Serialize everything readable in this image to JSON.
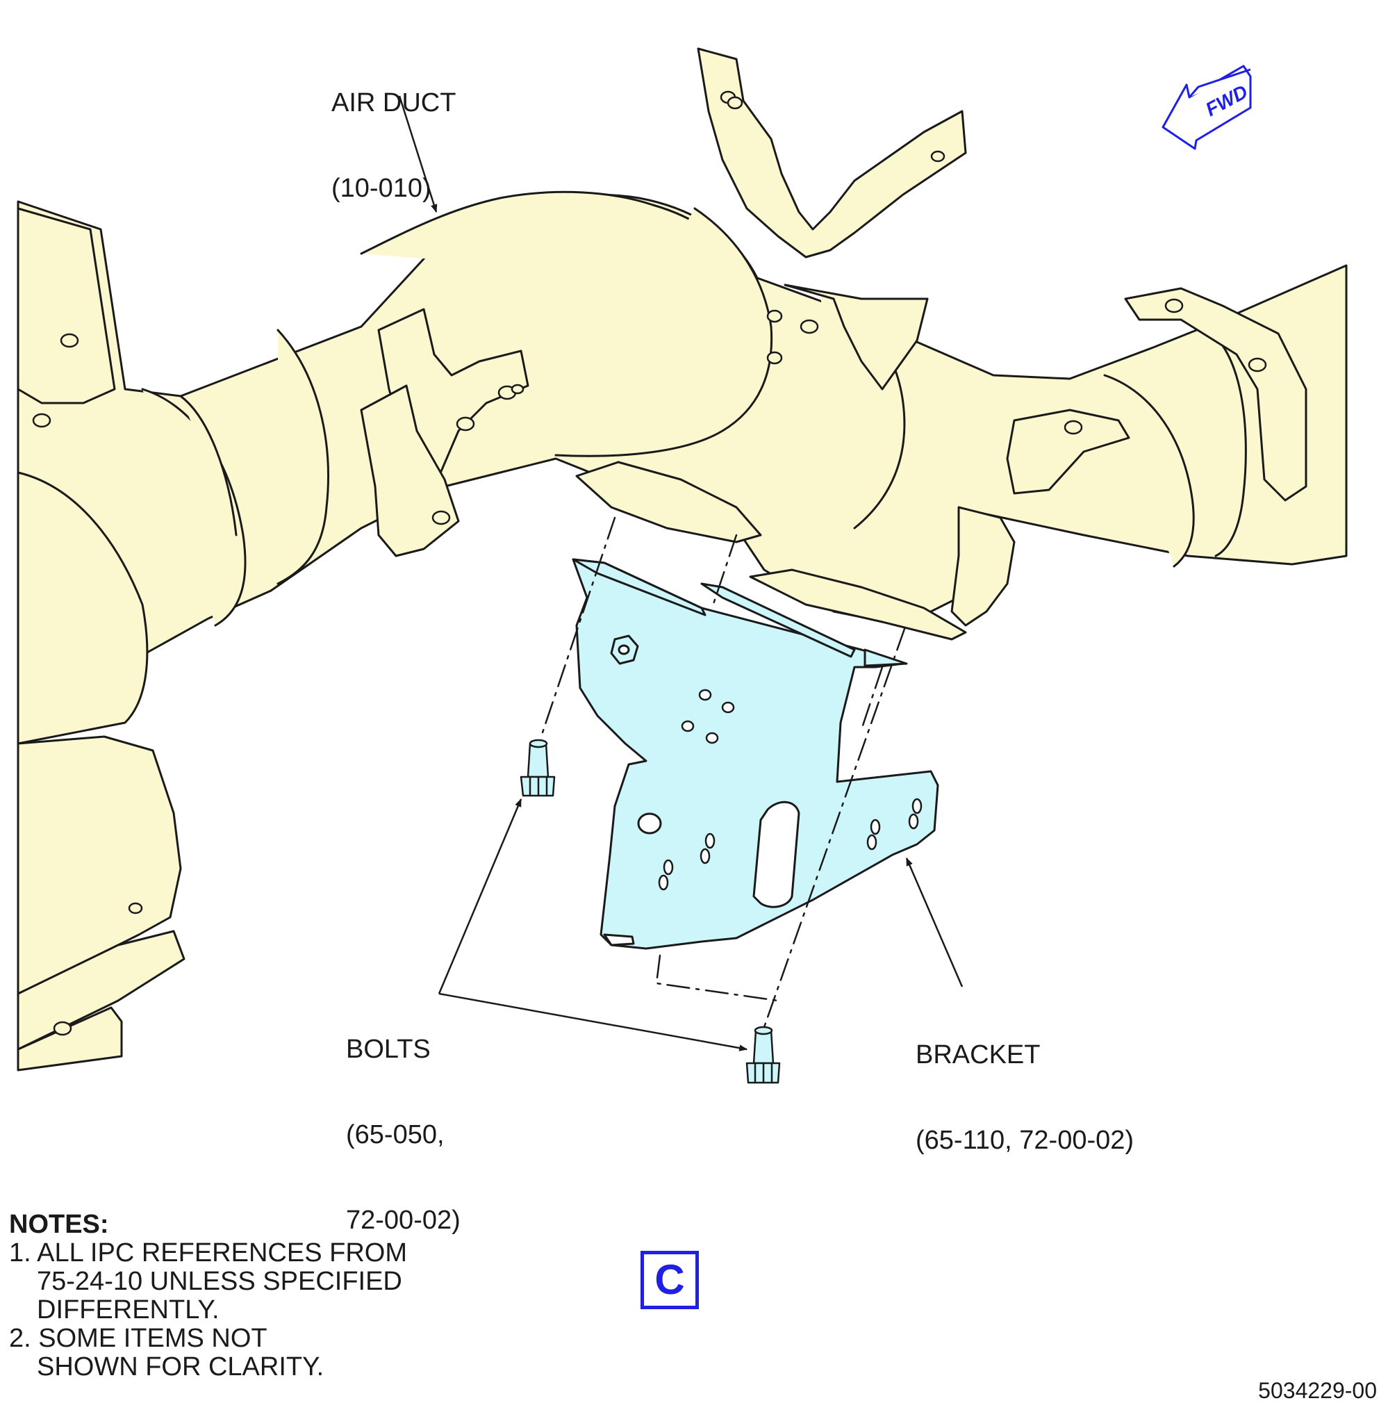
{
  "callouts": {
    "air_duct": {
      "name": "AIR DUCT",
      "ref": "(10-010)"
    },
    "bolts": {
      "name": "BOLTS",
      "ref_line1": "(65-050,",
      "ref_line2": "72-00-02)"
    },
    "bracket": {
      "name": "BRACKET",
      "ref": "(65-110, 72-00-02)"
    }
  },
  "fwd_indicator": {
    "label": "FWD",
    "icon": "fwd-arrow-icon",
    "color": "#1f1fe6"
  },
  "notes": {
    "title": "NOTES:",
    "items": [
      {
        "number": "1.",
        "lines": [
          "ALL IPC REFERENCES FROM",
          "75-24-10 UNLESS SPECIFIED",
          "DIFFERENTLY."
        ]
      },
      {
        "number": "2.",
        "lines": [
          "SOME ITEMS NOT",
          "SHOWN FOR CLARITY."
        ]
      }
    ]
  },
  "view_label": "C",
  "drawing_number": "5034229-00",
  "colors": {
    "duct_fill": "#fbf8cf",
    "bracket_fill": "#cdf6fa",
    "outline": "#1a1a1a",
    "accent": "#1f1fe6"
  }
}
